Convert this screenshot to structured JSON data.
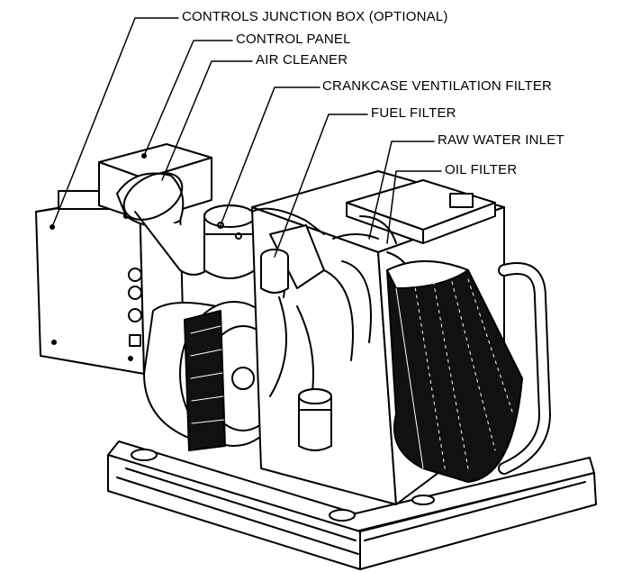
{
  "labels": [
    {
      "id": "controls-junction-box",
      "text": "CONTROLS JUNCTION BOX (OPTIONAL)"
    },
    {
      "id": "control-panel",
      "text": "CONTROL PANEL"
    },
    {
      "id": "air-cleaner",
      "text": "AIR CLEANER"
    },
    {
      "id": "crankcase-ventilation-filter",
      "text": "CRANKCASE VENTILATION FILTER"
    },
    {
      "id": "fuel-filter",
      "text": "FUEL FILTER"
    },
    {
      "id": "raw-water-inlet",
      "text": "RAW WATER INLET"
    },
    {
      "id": "oil-filter",
      "text": "OIL FILTER"
    }
  ],
  "colors": {
    "ink": "#000000",
    "paper": "#ffffff",
    "radiator": "#111111"
  }
}
